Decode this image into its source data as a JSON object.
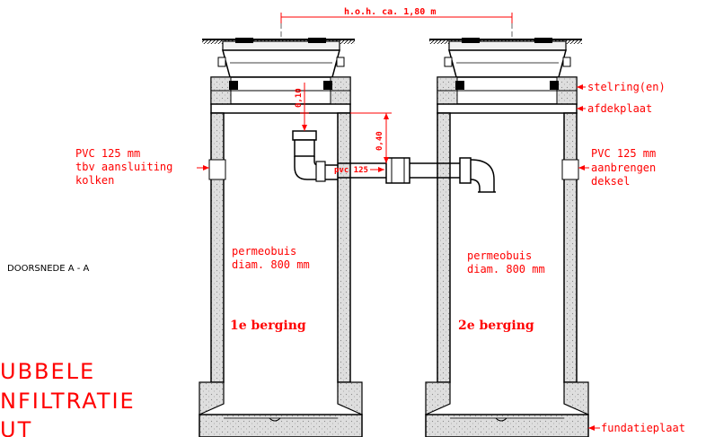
{
  "labels": {
    "dimension_top": "h.o.h. ca. 1,80 m",
    "dim_010": "0,10",
    "dim_040": "0,40",
    "pvc_pipe": "pvc 125",
    "stelring": "stelring(en)",
    "afdekplaat": "afdekplaat",
    "pvc_left_1": "PVC 125 mm",
    "pvc_left_2": "tbv aansluiting",
    "pvc_left_3": "kolken",
    "pvc_right_1": "PVC 125 mm",
    "pvc_right_2": "aanbrengen",
    "pvc_right_3": "deksel",
    "permeo_left_1": "permeobuis",
    "permeo_left_2": "diam. 800 mm",
    "permeo_right_1": "permeobuis",
    "permeo_right_2": "diam. 800 mm",
    "berging_1": "1e berging",
    "berging_2": "2e berging",
    "section": "DOORSNEDE A - A",
    "title_1": "UBBELE",
    "title_2": "NFILTRATIE",
    "title_3": "UT",
    "fundatieplaat": "fundatieplaat"
  },
  "colors": {
    "annotation": "#ff0000",
    "line": "#000000",
    "concrete_fill": "#d9d9d9"
  }
}
